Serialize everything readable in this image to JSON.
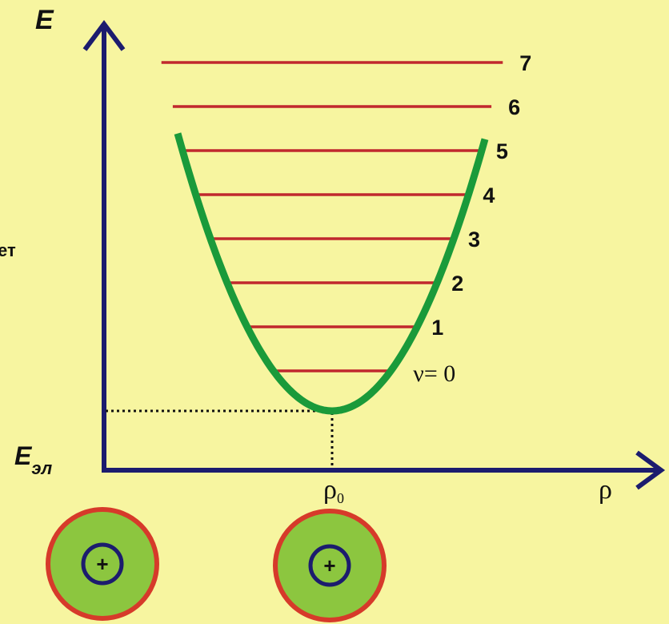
{
  "axes": {
    "y_label": "E",
    "y_origin_label": "E",
    "y_origin_subscript": "эл",
    "x_label": "ρ",
    "x_mark_label": "ρ",
    "x_mark_subscript": "0"
  },
  "left_fragment": "ет",
  "levels": [
    {
      "label": "ν= 0"
    },
    {
      "label": "1"
    },
    {
      "label": "2"
    },
    {
      "label": "3"
    },
    {
      "label": "4"
    },
    {
      "label": "5"
    },
    {
      "label": "6"
    },
    {
      "label": "7"
    }
  ],
  "atoms": [
    {
      "charge": "+"
    },
    {
      "charge": "+"
    }
  ],
  "colors": {
    "background": "#f7f5a0",
    "axis": "#1c1c6e",
    "curve": "#1a9a3a",
    "level": "#c0282d",
    "atom_outer": "#d63a2a",
    "atom_fill": "#8cc63f",
    "nucleus_ring": "#1c1c6e",
    "guide": "#111111"
  }
}
